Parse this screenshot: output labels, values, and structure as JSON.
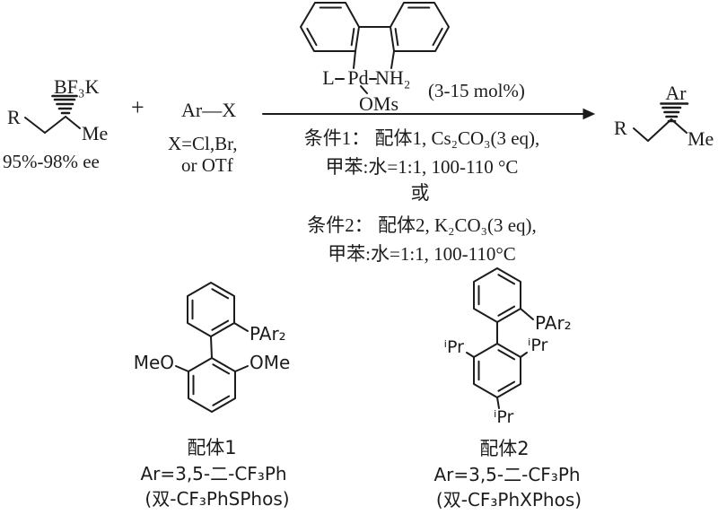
{
  "colors": {
    "ink": "#1c1c1c",
    "background": "#ffffff"
  },
  "reaction": {
    "substrate": {
      "r_label": "R",
      "boron_label": "BF₃K",
      "me_label": "Me",
      "ee_note": "95%-98% ee"
    },
    "plus_sign": "+",
    "aryl_halide": {
      "formula": "Ar—X",
      "x_definition_line1": "X=Cl,Br,",
      "x_definition_line2": "or OTf"
    },
    "catalyst": {
      "ligand_label": "L",
      "metal_label": "Pd",
      "amine_label": "NH₂",
      "mesylate_label": "OMs",
      "loading": "(3-15 mol%)"
    },
    "conditions": {
      "condition1_line1": "条件1： 配体1, Cs₂CO₃(3 eq),",
      "condition1_line2": "甲苯:水=1:1, 100-110 °C",
      "or_word": "或",
      "condition2_line1": "条件2： 配体2, K₂CO₃(3 eq),",
      "condition2_line2": "甲苯:水=1:1, 100-110°C"
    },
    "product": {
      "r_label": "R",
      "ar_label": "Ar",
      "me_label": "Me"
    }
  },
  "ligand1": {
    "phosphine_label": "PAr₂",
    "meo_label": "MeO",
    "ome_label": "OMe",
    "name": "配体1",
    "ar_definition": "Ar=3,5-二-CF₃Ph",
    "alias": "(双-CF₃PhSPhos)"
  },
  "ligand2": {
    "phosphine_label": "PAr₂",
    "ipr_left_label": "ⁱPr",
    "ipr_right_label": "ⁱPr",
    "ipr_bottom_label": "ⁱPr",
    "name": "配体2",
    "ar_definition": "Ar=3,5-二-CF₃Ph",
    "alias": "(双-CF₃PhXPhos)"
  }
}
